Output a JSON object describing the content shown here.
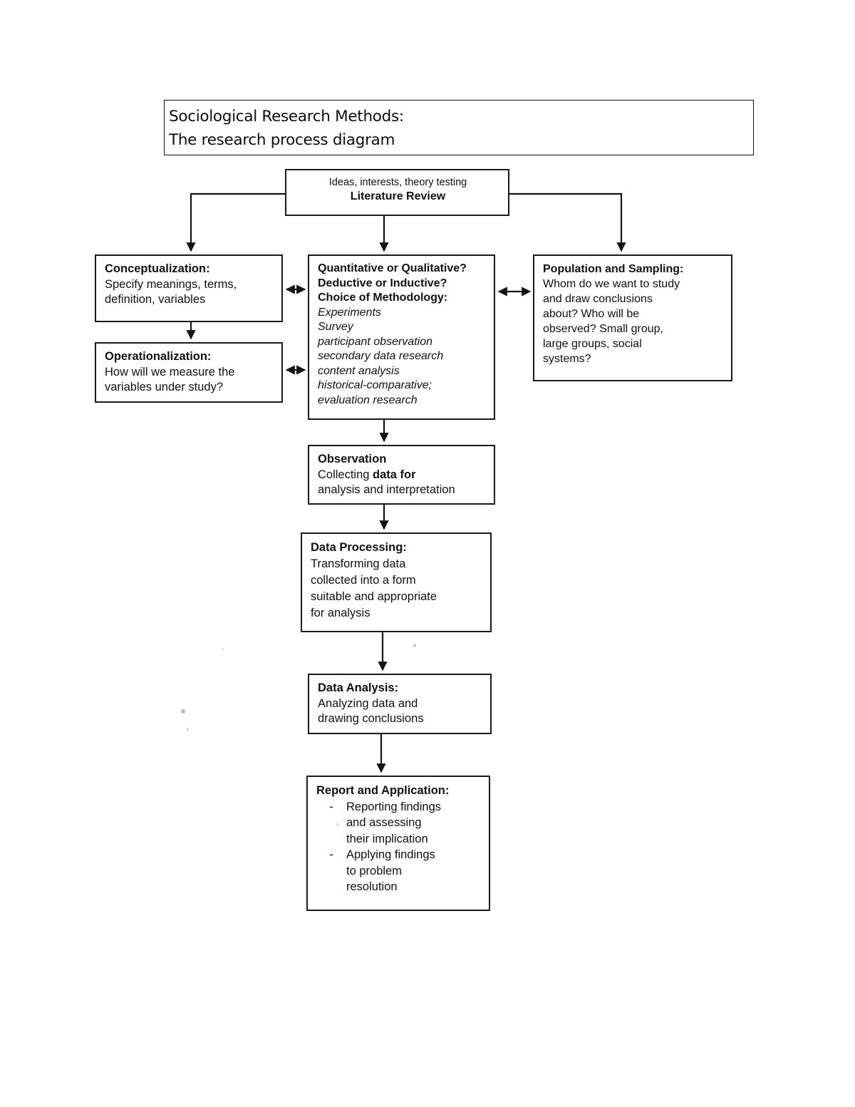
{
  "title": {
    "line1": "Sociological Research Methods:",
    "line2": "The research process diagram"
  },
  "diagram": {
    "type": "flowchart",
    "nodes": {
      "literature_review": {
        "label": "Literature Review",
        "subtitle": "Ideas, interests, theory testing"
      },
      "conceptualization": {
        "heading": "Conceptualization:",
        "line2": "Specify meanings, terms,",
        "line3": "definition, variables"
      },
      "operationalization": {
        "heading": "Operationalization:",
        "line2": "How will we measure the",
        "line3": "variables under study?"
      },
      "methodology": {
        "q1": "Quantitative or Qualitative?",
        "q2": "Deductive or Inductive?",
        "heading": "Choice of Methodology:",
        "methods": [
          "Experiments",
          "Survey",
          "participant observation",
          "secondary data research",
          "content analysis",
          "historical-comparative;",
          "evaluation research"
        ]
      },
      "population": {
        "heading": "Population and Sampling:",
        "line2": "Whom do we want to study",
        "line3": "and draw conclusions",
        "line4": "about? Who will be",
        "line5": "observed? Small group,",
        "line6": "large groups, social",
        "line7": "systems?"
      },
      "observation": {
        "heading": "Observation",
        "line2a": "Collecting ",
        "line2b": "data for",
        "line3": "analysis and interpretation"
      },
      "data_processing": {
        "heading": "Data Processing:",
        "line2": "Transforming  data",
        "line3": "collected into a form",
        "line4": "suitable and appropriate",
        "line5": "for analysis"
      },
      "data_analysis": {
        "heading": "Data Analysis:",
        "line2": "Analyzing data and",
        "line3": "drawing conclusions"
      },
      "report": {
        "heading": "Report and Application:",
        "bullets": [
          {
            "dash": "-",
            "lines": [
              "Reporting findings",
              "and assessing",
              "their implication"
            ]
          },
          {
            "dash": "-",
            "lines": [
              "Applying findings",
              "to problem",
              "resolution"
            ]
          }
        ]
      }
    },
    "edges": [
      {
        "from": "literature_review",
        "to": "conceptualization",
        "style": "elbow-left",
        "arrow": "single"
      },
      {
        "from": "literature_review",
        "to": "methodology",
        "style": "straight-down",
        "arrow": "single"
      },
      {
        "from": "literature_review",
        "to": "population",
        "style": "elbow-right",
        "arrow": "single"
      },
      {
        "from": "conceptualization",
        "to": "operationalization",
        "style": "straight-down",
        "arrow": "single"
      },
      {
        "from": "conceptualization",
        "to": "methodology",
        "style": "horizontal",
        "arrow": "double"
      },
      {
        "from": "operationalization",
        "to": "methodology",
        "style": "horizontal",
        "arrow": "double"
      },
      {
        "from": "methodology",
        "to": "population",
        "style": "horizontal",
        "arrow": "double"
      },
      {
        "from": "methodology",
        "to": "observation",
        "style": "straight-down",
        "arrow": "single"
      },
      {
        "from": "observation",
        "to": "data_processing",
        "style": "straight-down",
        "arrow": "single"
      },
      {
        "from": "data_processing",
        "to": "data_analysis",
        "style": "straight-down",
        "arrow": "single"
      },
      {
        "from": "data_analysis",
        "to": "report",
        "style": "straight-down",
        "arrow": "single"
      }
    ],
    "colors": {
      "ink": "#111111",
      "background": "#ffffff"
    }
  }
}
